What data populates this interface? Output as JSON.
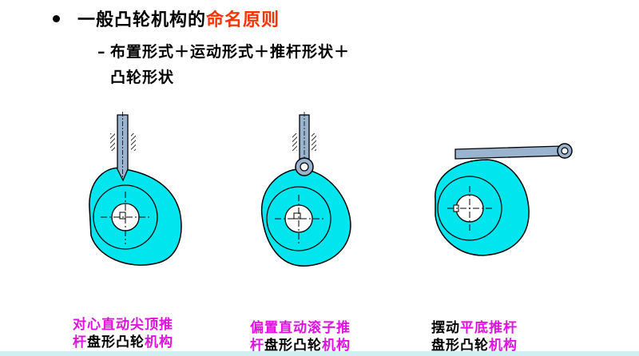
{
  "heading": {
    "main": "一般凸轮机构的",
    "accent": "命名原则"
  },
  "rule": {
    "dash": "–",
    "line1": "布置形式＋运动形式＋推杆形状＋",
    "line2": "凸轮形状"
  },
  "captions": [
    {
      "l1a": "对心直动",
      "l1b": "尖顶推",
      "l2a": "杆",
      "l2b": "盘形凸轮",
      "l2c": "机构"
    },
    {
      "l1a": "偏置直动",
      "l1b": "滚子推",
      "l2a": "杆",
      "l2b": "盘形凸轮",
      "l2c": "机构"
    },
    {
      "l1a": "摆动",
      "l1b": "平底推杆",
      "l2a": "",
      "l2b": "盘形凸轮",
      "l2c": "机构"
    }
  ],
  "colors": {
    "cam_fill": "#00e5ee",
    "accent_red": "#ff3300",
    "magenta": "#e011e0",
    "steel": "#9ab4d0"
  }
}
